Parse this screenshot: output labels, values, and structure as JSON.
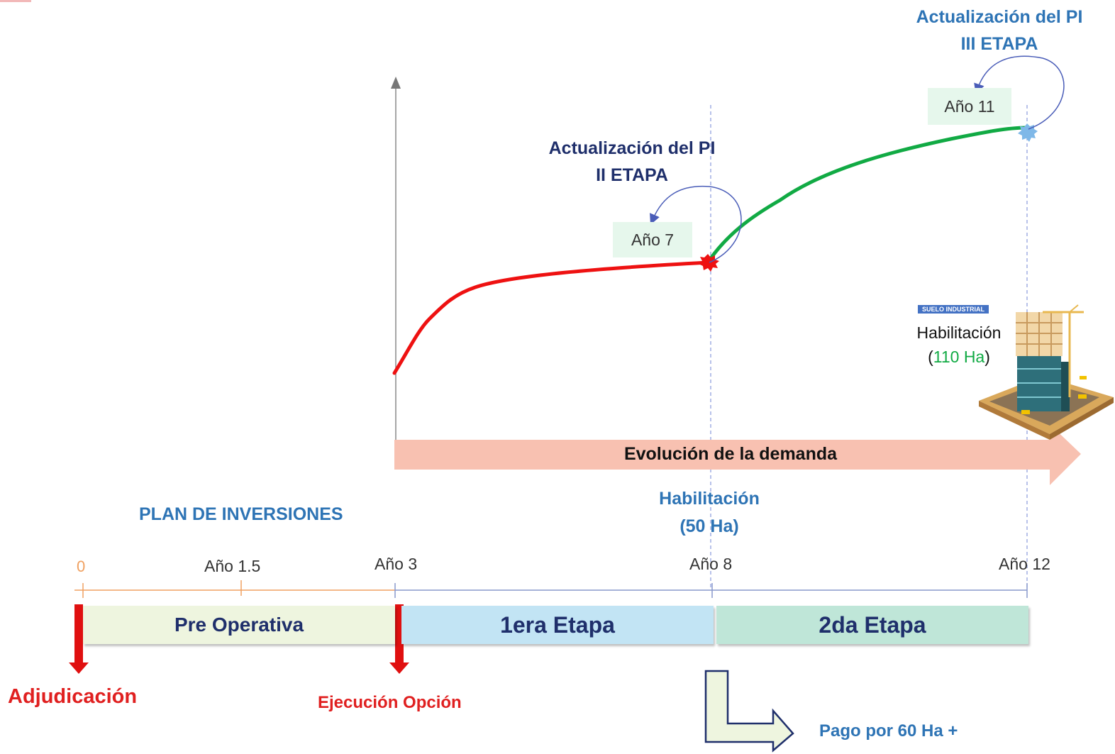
{
  "colors": {
    "red_curve": "#EE1111",
    "green_curve": "#11AA44",
    "demand_arrow": "#F8C1B1",
    "blue_text": "#2E74B5",
    "navy_text": "#1F2F6B",
    "red_text": "#E02020",
    "pre_operativa": "#EEF5DF",
    "primera_etapa": "#C2E4F4",
    "segunda_etapa": "#BFE6D8",
    "timeline_orange": "#F0A060",
    "timeline_blue": "#8899CC",
    "green_value": "#11AA44"
  },
  "update_2": {
    "line1": "Actualización del PI",
    "line2": "II ETAPA",
    "year": "Año 7"
  },
  "update_3": {
    "line1": "Actualización del PI",
    "line2": "III ETAPA",
    "year": "Año 11"
  },
  "building": {
    "badge": "SUELO INDUSTRIAL",
    "label": "Habilitación",
    "value_open": "(",
    "value": "110 Ha",
    "value_close": ")"
  },
  "demand_label": "Evolución de la demanda",
  "habilitacion_50": {
    "line1": "Habilitación",
    "line2": "(50 Ha)"
  },
  "plan_label": "PLAN DE INVERSIONES",
  "timeline": {
    "ticks": [
      "0",
      "Año 1.5",
      "Año 3",
      "Año 8",
      "Año 12"
    ]
  },
  "phases": {
    "pre_operativa": "Pre Operativa",
    "primera": "1era Etapa",
    "segunda": "2da Etapa"
  },
  "events": {
    "adjudicacion": "Adjudicación",
    "ejecucion": "Ejecución Opción"
  },
  "pago_label": "Pago por 60 Ha +"
}
